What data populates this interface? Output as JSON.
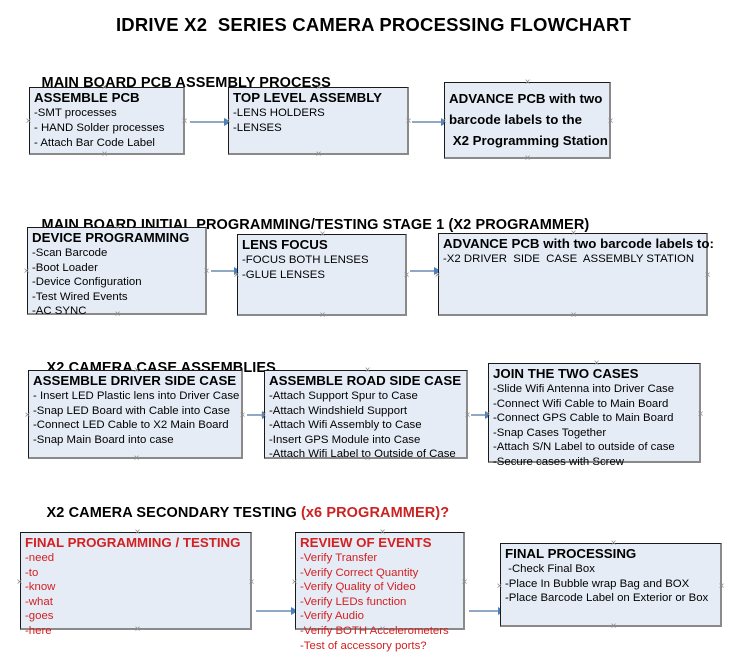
{
  "document": {
    "title": "IDRIVE X2  SERIES CAMERA PROCESSING FLOWCHART"
  },
  "sections": [
    {
      "id": "main-board-pcb-assembly",
      "title": "MAIN BOARD PCB ASSEMBLY PROCESS",
      "title_red": "",
      "boxes": [
        {
          "head": "ASSEMBLE PCB",
          "lines": [
            "-SMT processes",
            "- HAND Solder processes",
            "- Attach Bar Code Label"
          ]
        },
        {
          "head": "TOP LEVEL ASSEMBLY",
          "lines": [
            "-LENS HOLDERS",
            "-LENSES"
          ]
        },
        {
          "head": "ADVANCE PCB with two\nbarcode labels to the\n X2 Programming Station",
          "lines": []
        }
      ]
    },
    {
      "id": "main-board-initial-programming",
      "title": "MAIN BOARD INITIAL PROGRAMMING/TESTING STAGE 1 (X2 PROGRAMMER)",
      "title_red": "",
      "boxes": [
        {
          "head": "DEVICE PROGRAMMING",
          "lines": [
            "-Scan Barcode",
            "-Boot Loader",
            "-Device Configuration",
            "-Test Wired Events",
            "-AC SYNC"
          ]
        },
        {
          "head": "LENS FOCUS",
          "lines": [
            "-FOCUS BOTH LENSES",
            "-GLUE LENSES"
          ]
        },
        {
          "head": "ADVANCE PCB with two barcode labels to:",
          "lines": [
            "-X2 DRIVER  SIDE  CASE  ASSEMBLY STATION"
          ]
        }
      ]
    },
    {
      "id": "x2-camera-case-assemblies",
      "title": "X2 CAMERA CASE ASSEMBLIES",
      "title_red": "",
      "boxes": [
        {
          "head": "ASSEMBLE DRIVER SIDE CASE",
          "lines": [
            "- Insert LED Plastic lens into Driver Case",
            "-Snap LED Board with Cable into Case",
            "-Connect LED Cable to X2 Main Board",
            "-Snap Main Board into case"
          ]
        },
        {
          "head": "ASSEMBLE ROAD SIDE CASE",
          "lines": [
            "-Attach Support Spur to Case",
            "-Attach Windshield Support",
            "-Attach Wifi Assembly to Case",
            "-Insert GPS Module into Case",
            "-Attach Wifi Label to Outside of Case"
          ]
        },
        {
          "head": "JOIN THE TWO CASES",
          "lines": [
            "-Slide Wifi Antenna into Driver Case",
            "-Connect Wifi Cable to Main Board",
            "-Connect GPS Cable to Main Board",
            "-Snap Cases Together",
            "-Attach S/N Label to outside of case",
            "-Secure cases with Screw"
          ]
        }
      ]
    },
    {
      "id": "x2-camera-secondary-testing",
      "title": "X2 CAMERA SECONDARY TESTING ",
      "title_red": "(x6 PROGRAMMER)?",
      "boxes": [
        {
          "head": "FINAL PROGRAMMING / TESTING",
          "lines": [
            "-need",
            "-to",
            "-know",
            "-what",
            "-goes",
            "-here"
          ]
        },
        {
          "head": "REVIEW OF EVENTS",
          "lines": [
            "-Verify Transfer",
            "-Verify Correct Quantity",
            "-Verify Quality of Video",
            "-Verify LEDs function",
            "-Verify Audio",
            "-Verify BOTH Accelerometers",
            "-Test of accessory ports?"
          ]
        },
        {
          "head": "FINAL PROCESSING",
          "lines": [
            " -Check Final Box",
            "-Place In Bubble wrap Bag and BOX",
            "-Place Barcode Label on Exterior or Box"
          ]
        }
      ]
    }
  ],
  "colors": {
    "box_fill": "#e6ecf6",
    "box_border": "#1a1a1a",
    "box_shadow_border": "#8a8a8a",
    "connector": "#8fa8c4",
    "arrow": "#4a7fc1",
    "red_text": "#d32020",
    "handle": "#8d8d8d"
  }
}
